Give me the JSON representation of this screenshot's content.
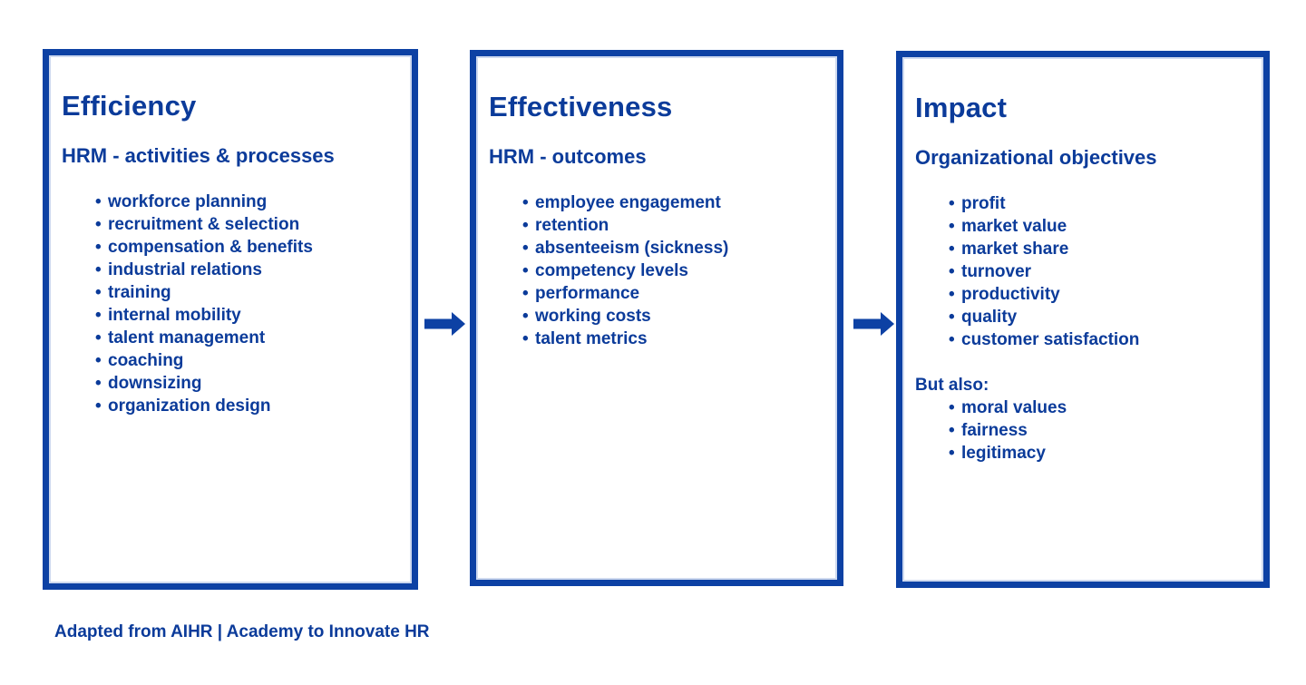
{
  "colors": {
    "primary_blue": "#0d41a4",
    "text_blue": "#0b3b9a",
    "background": "#ffffff"
  },
  "boxes": [
    {
      "title": "Efficiency",
      "subtitle": "HRM - activities & processes",
      "items": [
        "workforce planning",
        "recruitment & selection",
        "compensation & benefits",
        "industrial relations",
        "training",
        "internal mobility",
        "talent management",
        "coaching",
        "downsizing",
        "organization design"
      ]
    },
    {
      "title": "Effectiveness",
      "subtitle": "HRM - outcomes",
      "items": [
        "employee engagement",
        "retention",
        "absenteeism (sickness)",
        "competency levels",
        "performance",
        "working costs",
        "talent metrics"
      ]
    },
    {
      "title": "Impact",
      "subtitle": "Organizational objectives",
      "items": [
        "profit",
        "market value",
        "market share",
        "turnover",
        "productivity",
        "quality",
        "customer satisfaction"
      ],
      "secondary_heading": "But also:",
      "secondary_items": [
        "moral values",
        "fairness",
        "legitimacy"
      ]
    }
  ],
  "footer": {
    "credit": "Adapted from AIHR | Academy to Innovate HR"
  }
}
